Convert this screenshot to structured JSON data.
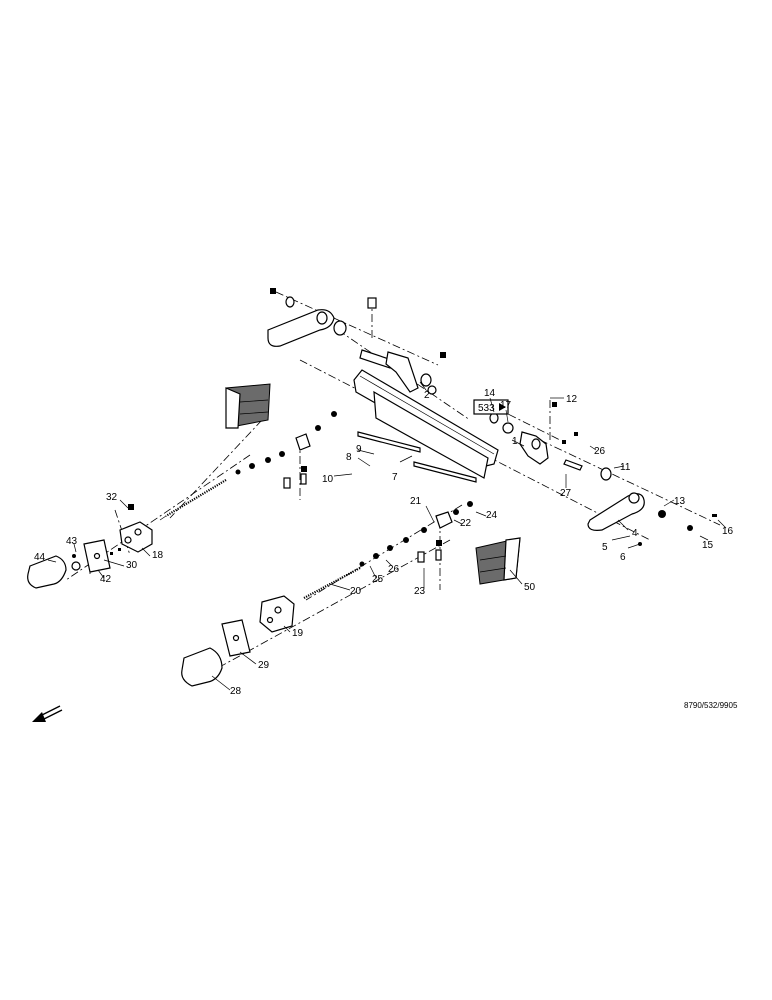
{
  "drawing_code": "8790/532/9905",
  "page_ref": {
    "label": "533"
  },
  "callouts": [
    "1",
    "2",
    "4",
    "5",
    "6",
    "7",
    "8",
    "9",
    "10",
    "11",
    "12",
    "13",
    "14",
    "15",
    "16",
    "17",
    "18",
    "19",
    "20",
    "21",
    "22",
    "23",
    "24",
    "25",
    "26",
    "26",
    "27",
    "28",
    "29",
    "30",
    "32",
    "42",
    "43",
    "44",
    "50"
  ]
}
